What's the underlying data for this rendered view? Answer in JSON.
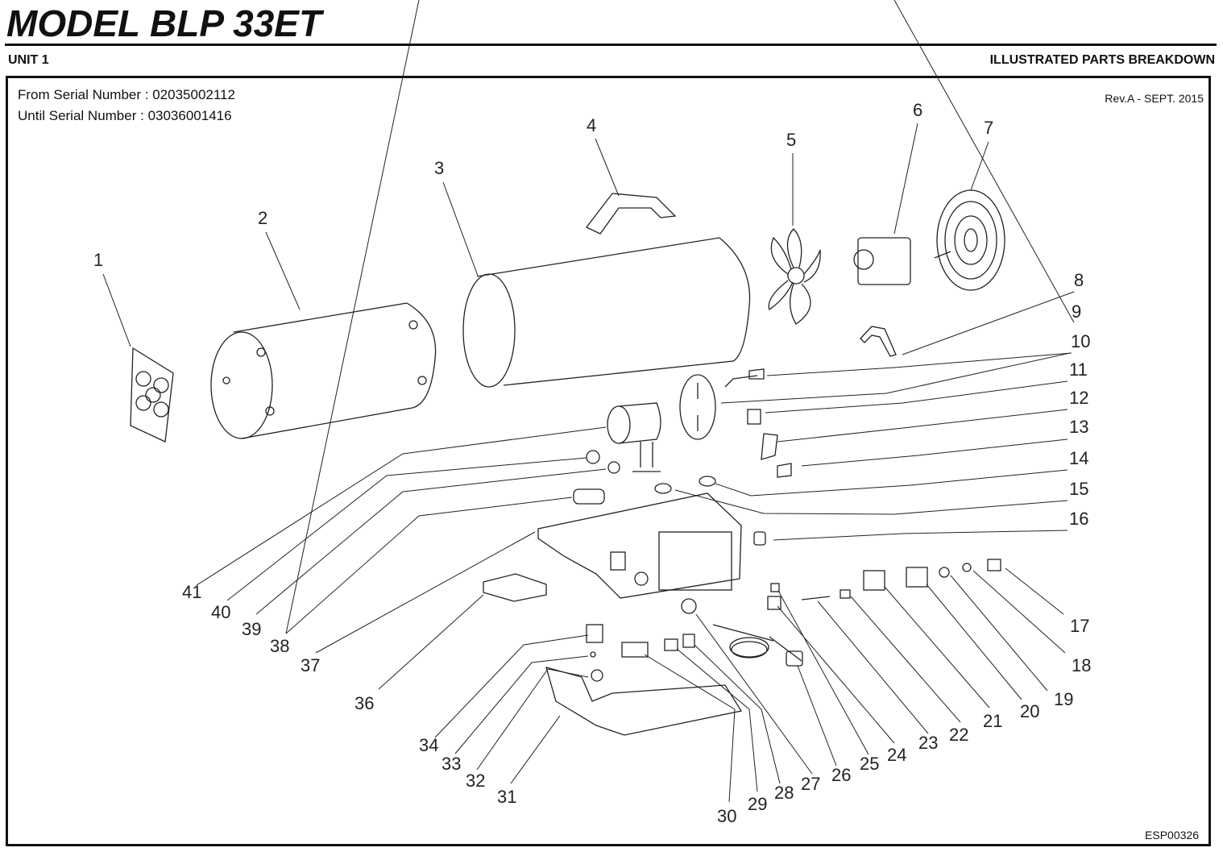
{
  "header": {
    "title": "MODEL  BLP 33ET",
    "unit": "UNIT 1",
    "section": "ILLUSTRATED PARTS BREAKDOWN"
  },
  "serials": {
    "from_label": "From Serial  Number :",
    "from_value": "02035002112",
    "until_label": "Until Serial  Number :",
    "until_value": "03036001416"
  },
  "revision": "Rev.A - SEPT. 2015",
  "drawing_code": "ESP00326",
  "callouts": [
    "1",
    "2",
    "3",
    "4",
    "5",
    "6",
    "7",
    "8",
    "9",
    "10",
    "11",
    "12",
    "13",
    "14",
    "15",
    "16",
    "17",
    "18",
    "19",
    "20",
    "21",
    "22",
    "23",
    "24",
    "25",
    "26",
    "27",
    "28",
    "29",
    "30",
    "31",
    "32",
    "33",
    "34",
    "36",
    "37",
    "38",
    "39",
    "40",
    "41"
  ]
}
